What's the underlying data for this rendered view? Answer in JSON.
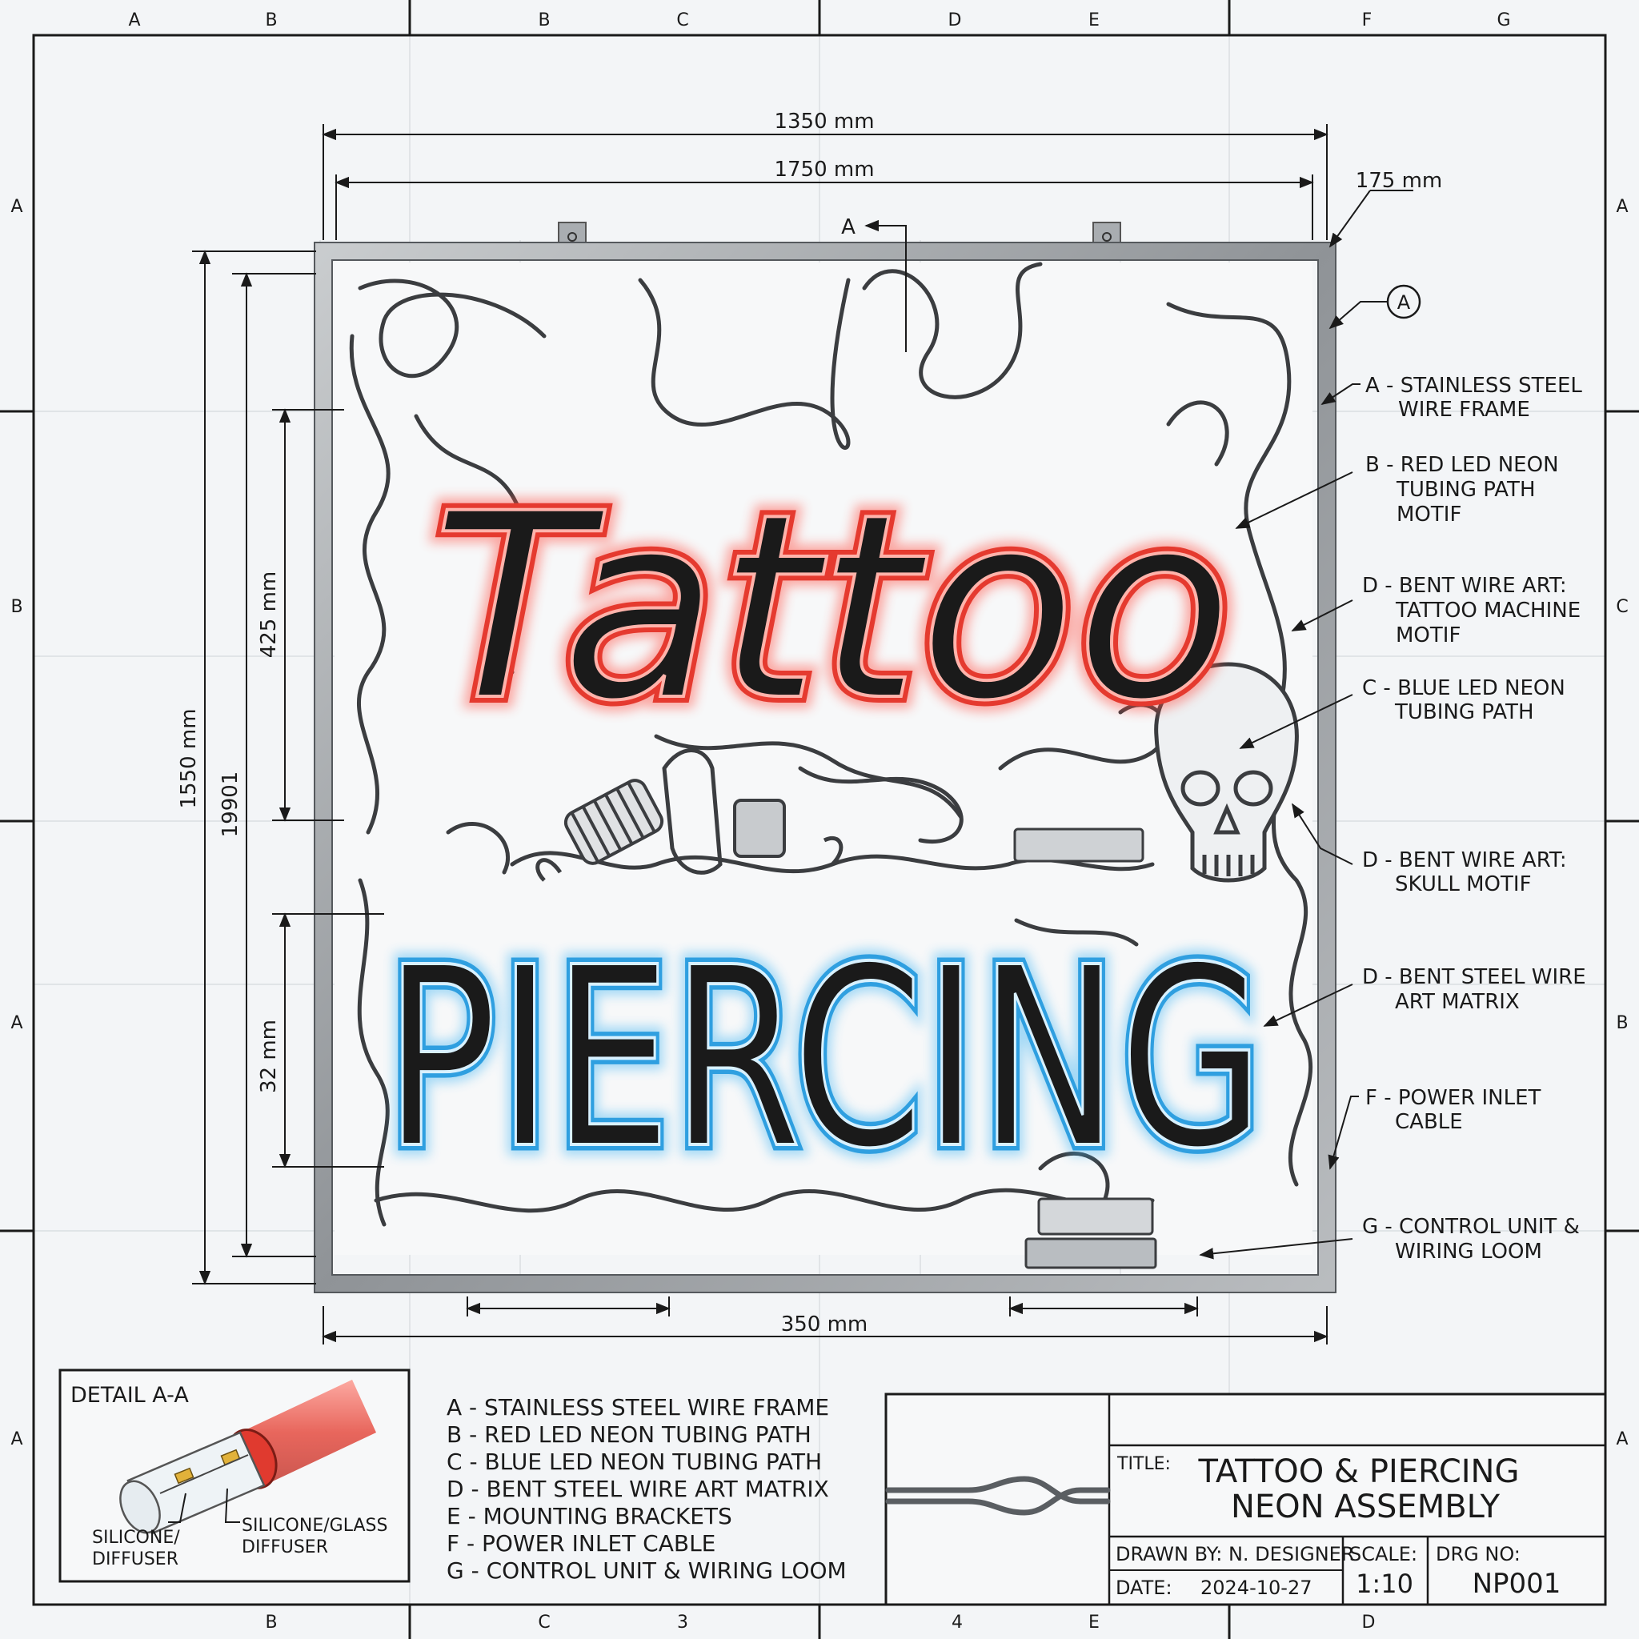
{
  "drawing": {
    "word_top": "Tattoo",
    "word_bottom": "PIERCING",
    "colors": {
      "red_neon": "#ff4a3d",
      "blue_neon": "#3fb4f2",
      "frame": "#8f9397",
      "wire": "#3b3d40",
      "paper": "#f3f5f7",
      "ink": "#1a1a1a"
    }
  },
  "grid": {
    "top": [
      "A",
      "B",
      "B",
      "C",
      "D",
      "E",
      "F",
      "G"
    ],
    "bottom": [
      "B",
      "C",
      "3",
      "4",
      "E",
      "D"
    ],
    "left": [
      "A",
      "B",
      "A",
      "A"
    ],
    "right": [
      "A",
      "C",
      "B",
      "A"
    ]
  },
  "dimensions": {
    "top_outer": "1350 mm",
    "top_inner": "1750 mm",
    "corner": "175 mm",
    "left_outer": "1550 mm",
    "left_inner": "19901",
    "left_upper": "425 mm",
    "left_lower": "32 mm",
    "bottom": "350 mm"
  },
  "section_marker": "A",
  "detail_bubble": "A",
  "callouts": [
    {
      "line1": "A - STAINLESS STEEL",
      "line2": "WIRE FRAME"
    },
    {
      "line1": "B - RED LED NEON",
      "line2": "TUBING PATH",
      "line3": "MOTIF"
    },
    {
      "line1": "D - BENT WIRE ART:",
      "line2": "TATTOO MACHINE",
      "line3": "MOTIF"
    },
    {
      "line1": "C - BLUE LED NEON",
      "line2": "TUBING PATH"
    },
    {
      "line1": "D - BENT WIRE ART:",
      "line2": "SKULL MOTIF"
    },
    {
      "line1": "D - BENT STEEL WIRE",
      "line2": "ART MATRIX"
    },
    {
      "line1": "F - POWER INLET",
      "line2": "CABLE"
    },
    {
      "line1": "G - CONTROL UNIT &",
      "line2": "WIRING LOOM"
    }
  ],
  "detail": {
    "title": "DETAIL A-A",
    "label_left_1": "SILICONE/",
    "label_left_2": "DIFFUSER",
    "label_right_1": "SILICONE/GLASS",
    "label_right_2": "DIFFUSER"
  },
  "legend": [
    "A - STAINLESS STEEL WIRE FRAME",
    "B - RED LED NEON TUBING PATH",
    "C - BLUE LED NEON TUBING PATH",
    "D - BENT STEEL WIRE ART MATRIX",
    "E - MOUNTING BRACKETS",
    "F - POWER INLET CABLE",
    "G - CONTROL UNIT & WIRING LOOM"
  ],
  "title_block": {
    "title_label": "TITLE:",
    "title_line1": "TATTOO & PIERCING",
    "title_line2": "NEON ASSEMBLY",
    "drawn_by": "DRAWN BY: N. DESIGNER",
    "scale_label": "SCALE:",
    "scale_value": "1:10",
    "drg_label": "DRG NO:",
    "drg_value": "NP001",
    "date_label": "DATE:",
    "date_value": "2024-10-27"
  }
}
